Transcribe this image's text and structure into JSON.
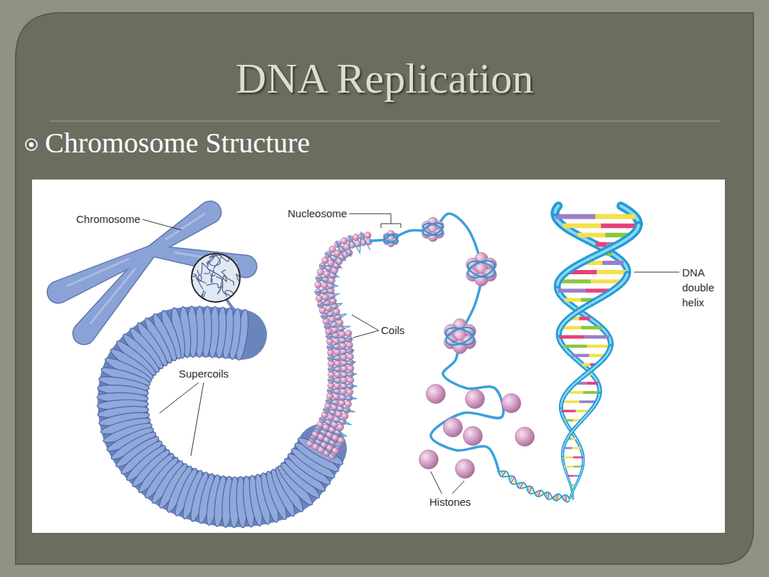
{
  "diagram": {
    "title": "DNA Replication",
    "labels": [
      "Chromosome Structure",
      "Chromosome",
      "Nucleosome",
      "Coils",
      "Supercoils",
      "DNA double helix",
      "Histones"
    ]
  }
}
